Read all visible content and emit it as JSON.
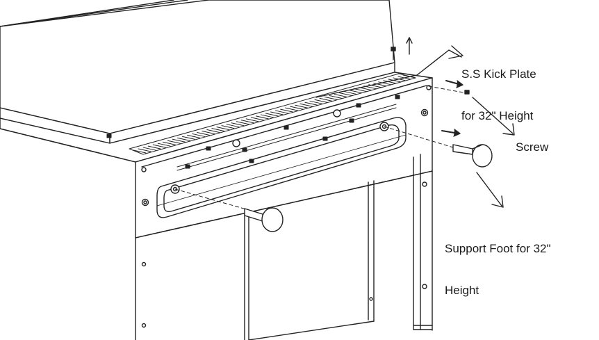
{
  "callouts": {
    "kick_plate": {
      "line1": "S.S Kick Plate",
      "line2": "for 32\" Height"
    },
    "screw": "Screw",
    "support_foot": {
      "line1": "Support Foot for 32\"",
      "line2": "Height"
    }
  },
  "colors": {
    "line": "#222222",
    "fill": "#ffffff",
    "text": "#1a1a1a"
  },
  "icons": [
    "screw-icon",
    "support-foot-icon",
    "arrow-up-icon",
    "arrow-right-icon"
  ]
}
